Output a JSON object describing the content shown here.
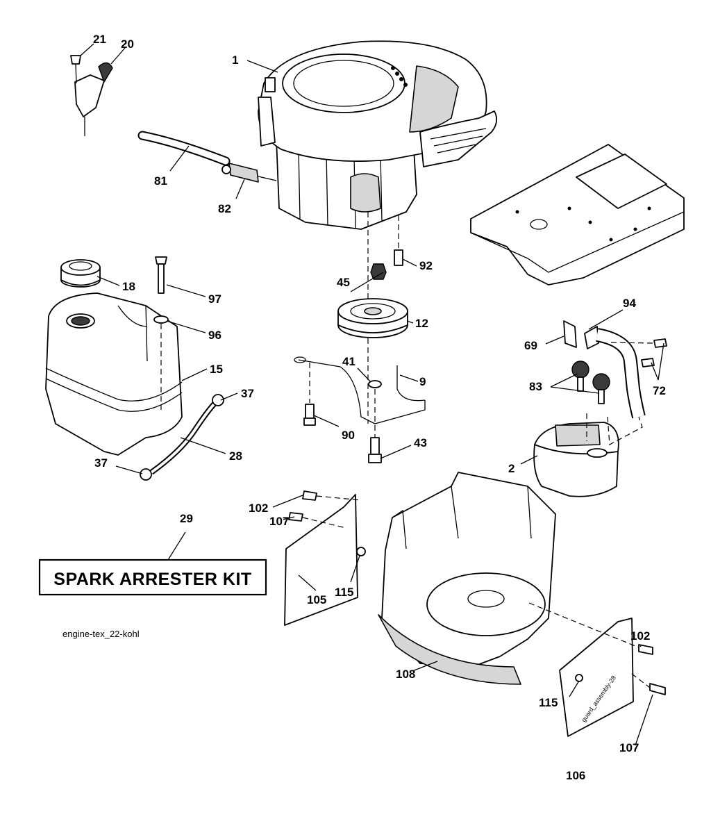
{
  "labels": {
    "p1": "1",
    "p2": "2",
    "p9": "9",
    "p12": "12",
    "p15": "15",
    "p18": "18",
    "p20": "20",
    "p21": "21",
    "p28": "28",
    "p29": "29",
    "p37a": "37",
    "p37b": "37",
    "p41": "41",
    "p43": "43",
    "p45": "45",
    "p69": "69",
    "p72": "72",
    "p81": "81",
    "p82": "82",
    "p83": "83",
    "p90": "90",
    "p92": "92",
    "p94": "94",
    "p96": "96",
    "p97": "97",
    "p102a": "102",
    "p102b": "102",
    "p105": "105",
    "p106": "106",
    "p107a": "107",
    "p107b": "107",
    "p108": "108",
    "p115a": "115",
    "p115b": "115"
  },
  "kit_label": "SPARK ARRESTER KIT",
  "diagram_id": "engine-tex_22-kohl",
  "guard_stamp": "guard_assembly-28"
}
